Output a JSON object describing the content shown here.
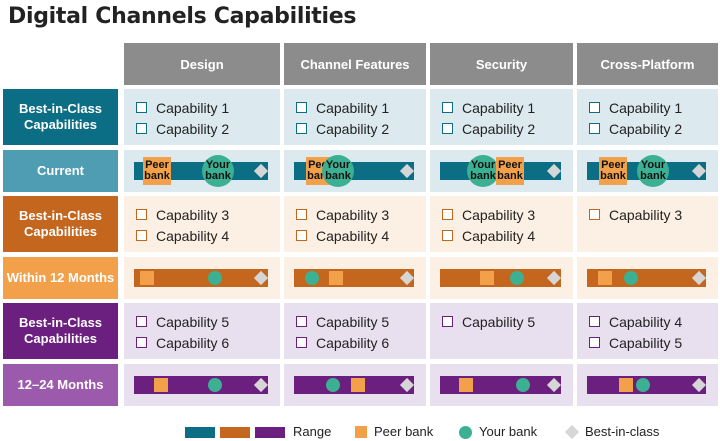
{
  "title": "Digital Channels Capabilities",
  "columns": [
    "Design",
    "Channel Features",
    "Security",
    "Cross-Platform"
  ],
  "rows": {
    "best1": "Best-in-Class Capabilities",
    "current": "Current",
    "best2": "Best-in-Class Capabilities",
    "within12": "Within 12 Months",
    "best3": "Best-in-Class Capabilities",
    "m1224": "12–24 Months"
  },
  "capabilities": {
    "tier1": [
      [
        "Capability 1",
        "Capability 2"
      ],
      [
        "Capability 1",
        "Capability 2"
      ],
      [
        "Capability 1",
        "Capability 2"
      ],
      [
        "Capability 1",
        "Capability 2"
      ]
    ],
    "tier2": [
      [
        "Capability 3",
        "Capability 4"
      ],
      [
        "Capability 3",
        "Capability 4"
      ],
      [
        "Capability 3",
        "Capability 4"
      ],
      [
        "Capability 3"
      ]
    ],
    "tier3": [
      [
        "Capability 5",
        "Capability 6"
      ],
      [
        "Capability 5",
        "Capability 6"
      ],
      [
        "Capability 5"
      ],
      [
        "Capability 4",
        "Capability 5"
      ]
    ]
  },
  "markers": {
    "peer_bank": "Peer\nbank",
    "your_bank": "Your\nbank"
  },
  "legend": {
    "range": "Range",
    "peer_bank": "Peer bank",
    "your_bank": "Your bank",
    "best_in_class": "Best-in-class"
  },
  "colors": {
    "teal": "#0b6e84",
    "teal_light": "#dce9ef",
    "teal_label": "#4e9db3",
    "orange": "#c5661f",
    "orange_light": "#fcefe3",
    "orange_label": "#f2a14a",
    "purple": "#6b1f7f",
    "purple_light": "#e9e0ef",
    "purple_label": "#9c5aad",
    "header_gray": "#8c8c8c"
  }
}
